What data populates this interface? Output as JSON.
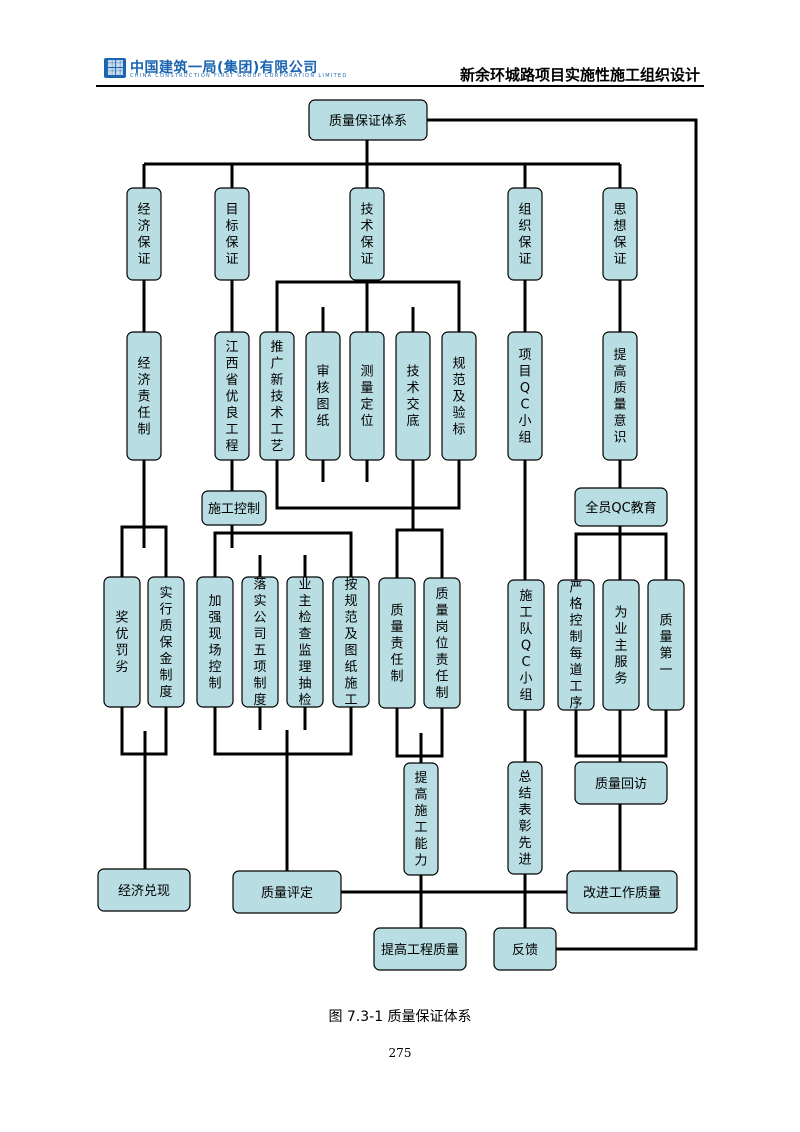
{
  "header": {
    "company_cn": "中国建筑一局(集团)有限公司",
    "company_en": "CHINA CONSTRUCTION FIRST GROUP CORPORATION LIMITED",
    "document_title": "新余环城路项目实施性施工组织设计"
  },
  "diagram": {
    "nodes": {
      "root": "质量保证体系",
      "econ": "经济保证",
      "goal": "目标保证",
      "tech": "技术保证",
      "org": "组织保证",
      "ideo": "思想保证",
      "econ_resp": "经济责任制",
      "jx_project": "江西省优良工程",
      "new_tech": "推广新技术工艺",
      "review_dwg": "审核图纸",
      "survey": "测量定位",
      "tech_brief": "技术交底",
      "spec_acc": "规范及验标",
      "qc_group": "项目QC小组",
      "raise_aware": "提高质量意识",
      "const_ctrl": "施工控制",
      "qc_edu": "全员QC教育",
      "reward": "奖优罚劣",
      "deposit": "实行质保金制度",
      "field_ctrl": "加强现场控制",
      "five_sys": "落实公司五项制度",
      "owner_check": "业主检查监理抽检",
      "by_spec": "按规范及图纸施工",
      "q_resp": "质量责任制",
      "post_resp": "质量岗位责任制",
      "team_qc": "施工队QC小组",
      "strict_ctrl": "严格控制每道工序",
      "serve_owner": "为业主服务",
      "quality_first": "质量第一",
      "revisit": "质量回访",
      "improve_ability": "提高施工能力",
      "summary": "总结表彰先进",
      "econ_cash": "经济兑现",
      "q_eval": "质量评定",
      "improve_work": "改进工作质量",
      "improve_eng": "提高工程质量",
      "feedback": "反馈"
    }
  },
  "caption": "图 7.3-1  质量保证体系",
  "page_number": "275"
}
